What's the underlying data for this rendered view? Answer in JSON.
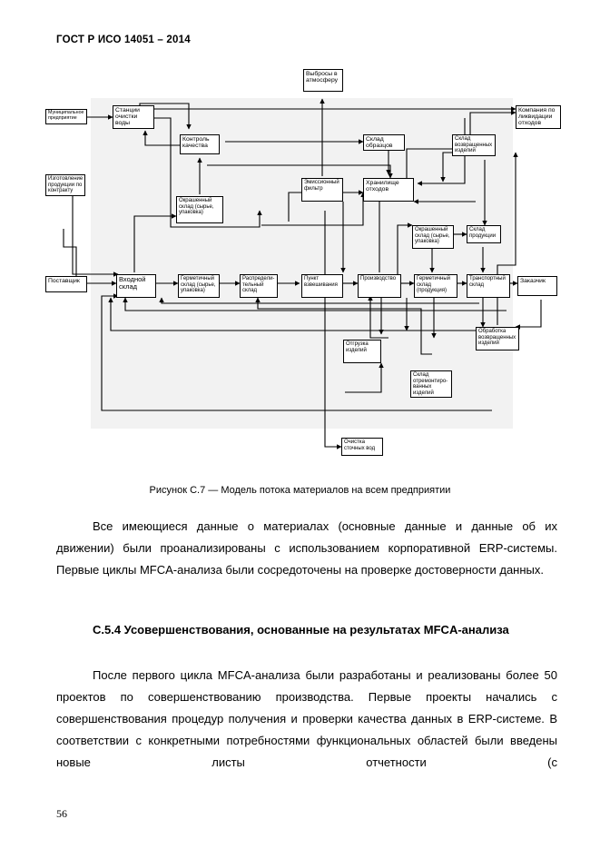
{
  "header": {
    "standard": "ГОСТ Р ИСО 14051 – 2014"
  },
  "figure": {
    "boxes": {
      "municipal": "Муниципальное предприятие",
      "treatment_station": "Станции очистки воды",
      "emissions": "Выбросы в атмосферу",
      "liquidation": "Компания по ликвидации отходов",
      "quality_control": "Контроль качества",
      "sample_storage": "Склад образцов",
      "returns_storage": "Склад возвращенных изделий",
      "contract_manufacturing": "Изготовление продукции по контракту",
      "emission_filter": "Эмиссионный фильтр",
      "waste_storage": "Хранилище отходов",
      "packaging_storage_left": "Окрашенный склад (сырье, упаковка)",
      "packaging_storage_right": "Окрашенный склад (сырье, упаковка)",
      "product_storage": "Склад продукции",
      "supplier": "Поставщик",
      "incoming_storage": "Входной склад",
      "hermetic_storage": "Герметичный склад (сырье, упаковка)",
      "distribution_storage": "Распредели-тельный склад",
      "weighing_point": "Пункт взвешивания",
      "production": "Производство",
      "hermetic_storage_products": "Герметичный склад (продукция)",
      "transport_storage": "Транспортный склад",
      "customer": "Заказчик",
      "returned_processing": "Обработка возвращенных изделий",
      "shipping": "Отгрузка изделий",
      "repair_storage": "Склад отремонтиро-ванных изделий",
      "wastewater": "Очистка сточных вод"
    },
    "caption": "Рисунок С.7 — Модель потока материалов на всем предприятии"
  },
  "body": {
    "paragraph1": "Все имеющиеся данные о материалах (основные данные и данные об их движении) были проанализированы с использованием корпоративной ERP-системы. Первые циклы MFCA-анализа были сосредоточены на проверке достоверности данных.",
    "heading": "С.5.4 Усовершенствования, основанные на результатах MFCA-анализа",
    "paragraph2": "После первого цикла MFCA-анализа были разработаны и реализованы более 50 проектов по совершенствованию производства. Первые проекты начались с совершенствования процедур получения и проверки качества данных в ERP-системе. В соответствии с конкретными потребностями функциональных областей были введены новые листы отчетности (с"
  },
  "footer": {
    "page_number": "56"
  }
}
